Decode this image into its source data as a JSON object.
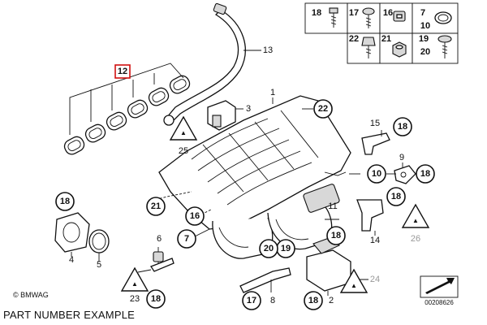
{
  "diagram": {
    "caption": "PART NUMBER EXAMPLE",
    "copyright": "© BMWAG",
    "diagram_number": "00208626",
    "highlighted_callout": "12",
    "callouts": {
      "c1": "1",
      "c2": "2",
      "c3": "3",
      "c4": "4",
      "c5": "5",
      "c6": "6",
      "c7": "7",
      "c8": "8",
      "c9": "9",
      "c10": "10",
      "c11": "11",
      "c12": "12",
      "c13": "13",
      "c14": "14",
      "c15": "15",
      "c16": "16",
      "c17": "17",
      "c18": "18",
      "c19": "19",
      "c20": "20",
      "c21": "21",
      "c22": "22",
      "c23": "23",
      "c24": "24",
      "c25": "25",
      "c26": "26"
    },
    "legend": {
      "items": [
        "18",
        "17",
        "16",
        "7",
        "10",
        "22",
        "21",
        "19",
        "20"
      ]
    }
  }
}
